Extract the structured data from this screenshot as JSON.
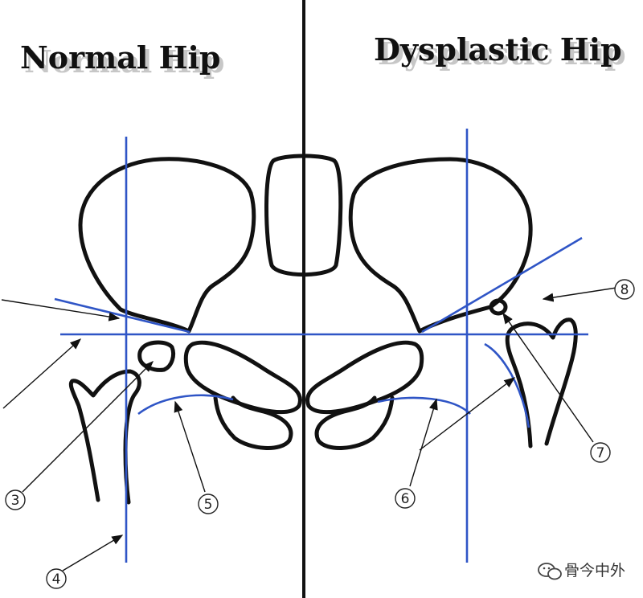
{
  "titles": {
    "left": "Normal Hip",
    "right": "Dysplastic Hip"
  },
  "labels": [
    "3",
    "4",
    "5",
    "6",
    "7",
    "8"
  ],
  "watermark": "骨今中外",
  "colors": {
    "outline": "#111111",
    "reference_lines": "#2f55c6",
    "background": "#ffffff"
  },
  "icons": [
    "wechat-logo-icon"
  ]
}
